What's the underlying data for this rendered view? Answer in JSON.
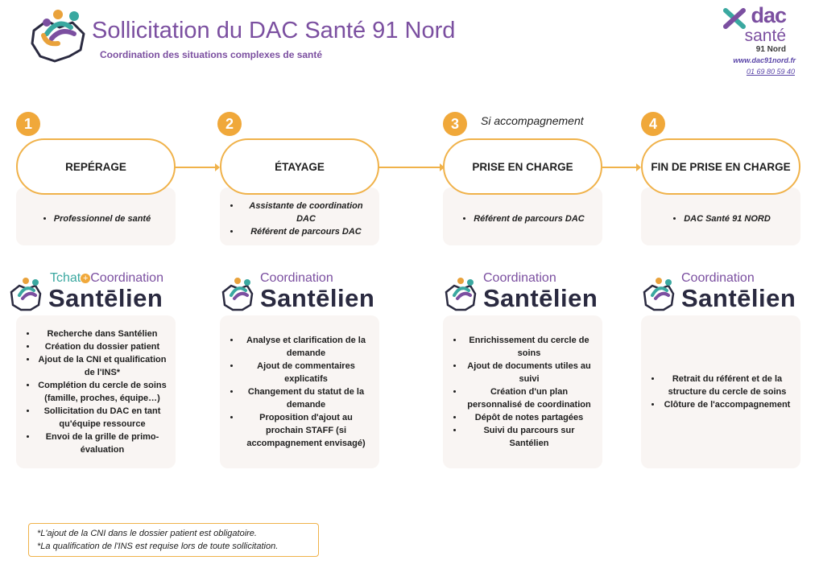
{
  "header": {
    "title": "Sollicitation du DAC Santé 91 Nord",
    "subtitle": "Coordination des situations complexes de santé"
  },
  "dac_logo": {
    "word": "dac",
    "sante": "santé",
    "region": "91 Nord",
    "website": "www.dac91nord.fr",
    "phone": "01 69 80 59 40"
  },
  "colors": {
    "accent_orange": "#f0a83a",
    "brand_purple": "#7b4fa0",
    "card_bg": "#f9f5f3"
  },
  "steps": [
    {
      "number": "1",
      "label": "REPÉRAGE",
      "note": "",
      "actors": [
        "Professionnel de santé"
      ]
    },
    {
      "number": "2",
      "label": "ÉTAYAGE",
      "note": "",
      "actors": [
        "Assistante de coordination DAC",
        "Référent de parcours DAC"
      ]
    },
    {
      "number": "3",
      "label": "PRISE EN CHARGE",
      "note": "Si accompagnement",
      "actors": [
        "Référent de parcours DAC"
      ]
    },
    {
      "number": "4",
      "label": "FIN DE PRISE EN CHARGE",
      "note": "",
      "actors": [
        "DAC Santé 91 NORD"
      ]
    }
  ],
  "tools": [
    {
      "top_tchat": "Tchat",
      "top_plus": "+",
      "top_label": "Coordination",
      "name": "Santēlien",
      "actions": [
        "Recherche dans Santélien",
        "Création du dossier patient",
        "Ajout de la CNI et qualification de l'INS*",
        "Complétion du cercle de soins (famille, proches, équipe…)",
        "Sollicitation du DAC en tant qu'équipe ressource",
        "Envoi de la grille de primo-évaluation"
      ]
    },
    {
      "top_label": "Coordination",
      "name": "Santēlien",
      "actions": [
        "Analyse et clarification de la demande",
        "Ajout de commentaires explicatifs",
        "Changement du statut de la demande",
        "Proposition d'ajout au prochain STAFF (si accompagnement envisagé)"
      ]
    },
    {
      "top_label": "Coordination",
      "name": "Santēlien",
      "actions": [
        "Enrichissement du cercle de soins",
        "Ajout de documents utiles au suivi",
        "Création d'un plan personnalisé de coordination",
        "Dépôt de notes partagées",
        "Suivi du parcours sur Santélien"
      ]
    },
    {
      "top_label": "Coordination",
      "name": "Santēlien",
      "actions": [
        "Retrait du référent et de la structure du cercle de soins",
        "Clôture de l'accompagnement"
      ]
    }
  ],
  "footnotes": [
    "*L'ajout de la CNI dans le dossier patient est obligatoire.",
    "*La qualification de l'INS est requise lors de toute sollicitation."
  ]
}
